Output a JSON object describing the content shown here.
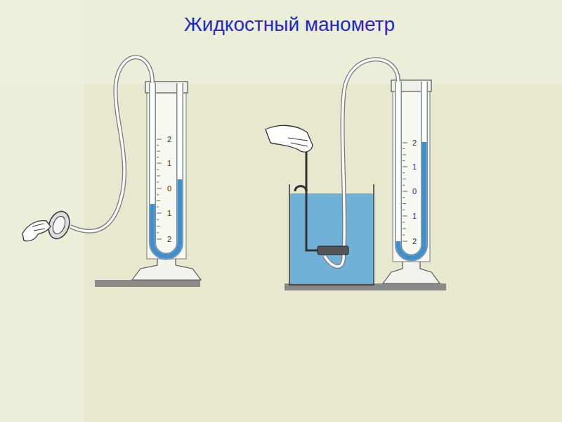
{
  "diagram": {
    "title": "Жидкостный манометр",
    "labels": [
      "2",
      "1",
      "0",
      "1",
      "2",
      "2",
      "1",
      "0",
      "1",
      "2"
    ]
  }
}
